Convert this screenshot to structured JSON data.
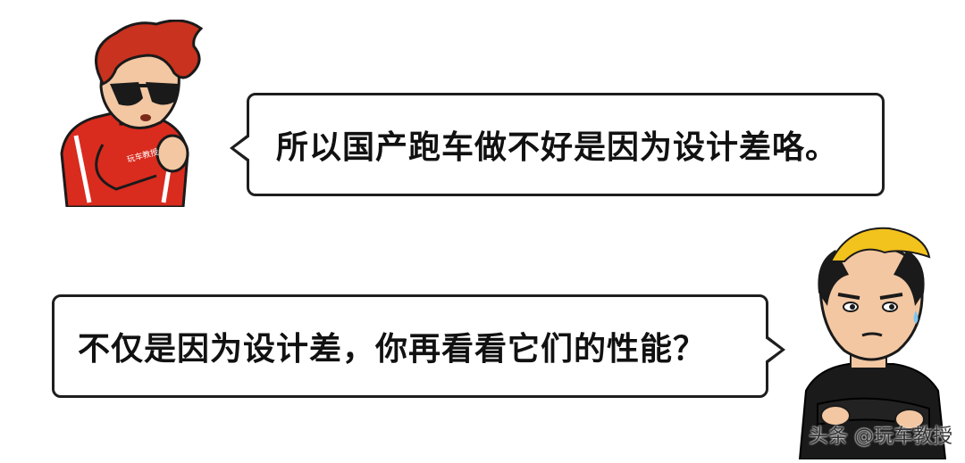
{
  "dialogue": {
    "top_line": "所以国产跑车做不好是因为设计差咯。",
    "bottom_line": "不仅是因为设计差，你再看看它们的性能？"
  },
  "watermark": "头条 @玩车教授",
  "characters": {
    "left": {
      "icon": "red-hair-sunglasses-man-icon",
      "shirt_text": "玩车教授"
    },
    "right": {
      "icon": "blonde-mohawk-man-icon"
    }
  },
  "colors": {
    "bubble_border": "#1e1e1e",
    "left_char_shirt": "#d92b1e",
    "left_char_hair": "#c8321e",
    "right_char_hair": "#f2c21d",
    "right_char_shirt": "#1a1a1a"
  }
}
